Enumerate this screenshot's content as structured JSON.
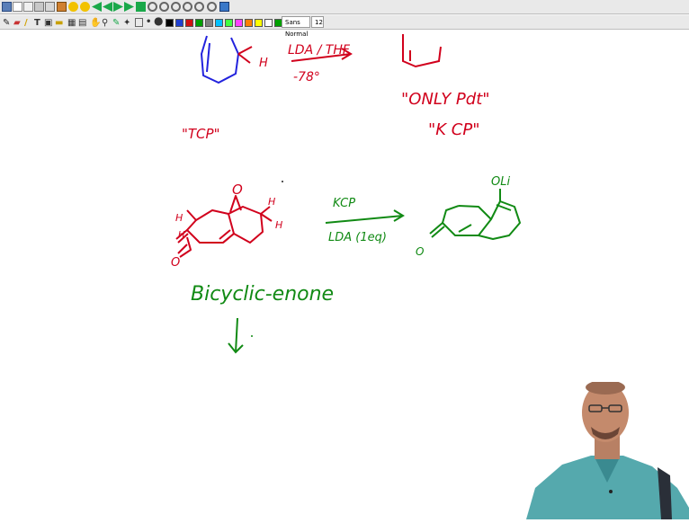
{
  "toolbar": {
    "font_name": "Sans Normal",
    "font_size": "12",
    "icons": [
      "new-icon",
      "open-icon",
      "save-icon",
      "cut-icon",
      "copy-icon",
      "paste-icon",
      "undo-icon",
      "redo-icon",
      "first-page-icon",
      "prev-page-icon",
      "next-page-icon",
      "last-page-icon",
      "zoom-in-icon",
      "zoom-out-icon",
      "zoom-fit-icon",
      "zoom-width-icon",
      "zoom-page-icon",
      "fullscreen-icon"
    ],
    "tools": [
      "pen-icon",
      "eraser-icon",
      "highlighter-icon",
      "text-icon",
      "image-icon",
      "ruler-icon",
      "select-rect-icon",
      "select-region-icon",
      "hand-icon",
      "shape-recognizer-icon",
      "default-pen-icon"
    ],
    "palette": [
      "#000000",
      "#1f3fd0",
      "#d01010",
      "#00a000",
      "#808080",
      "#00c0ff",
      "#40ff40",
      "#ff40ff",
      "#ff8000",
      "#ffff00",
      "#ffffff"
    ]
  },
  "notes": {
    "temp": "-78°",
    "reagent_top": "LDA / THF",
    "only_pdt": "\"ONLY Pdt\"",
    "k_cp": "\"K CP\"",
    "tcp": "\"TCP\"",
    "ketone_o": "O",
    "h_left": "H",
    "h_left2": "H",
    "h_right_top": "H",
    "h_right": "H",
    "h_topright": "H",
    "enone_o": "O",
    "arrow_top": "KCP",
    "arrow_bottom": "LDA (1eq)",
    "product_oli": "OLi",
    "product_o": "O",
    "bicyclic": "Bicyclic-enone"
  },
  "colors": {
    "red_ink": "#d1001c",
    "green_ink": "#118a14",
    "blue_ink": "#2222dd",
    "toolbar_bg": "#e9e9e9"
  }
}
